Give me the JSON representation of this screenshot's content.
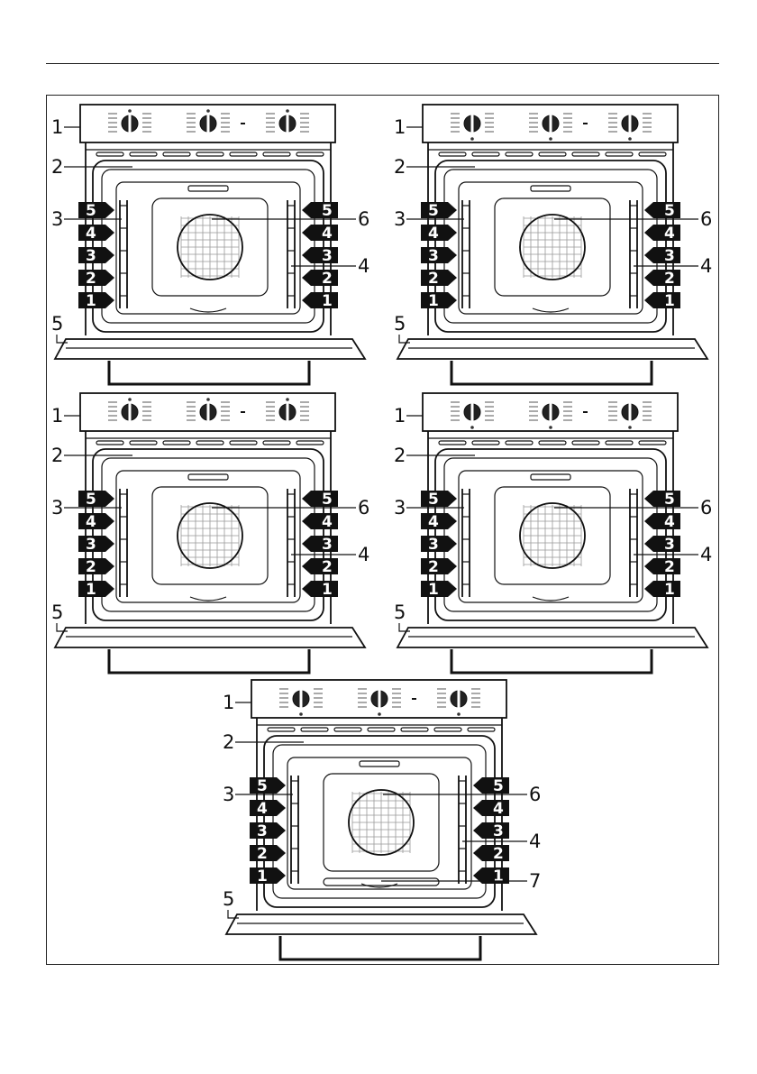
{
  "ovens": [
    {
      "id": "a",
      "dial_markings": "top",
      "has_callout_7": false
    },
    {
      "id": "b",
      "dial_markings": "bottom",
      "has_callout_7": false
    },
    {
      "id": "c",
      "dial_markings": "top",
      "has_callout_7": false
    },
    {
      "id": "d",
      "dial_markings": "bottom",
      "has_callout_7": false
    },
    {
      "id": "e",
      "dial_markings": "bottom",
      "has_callout_7": true
    }
  ],
  "callouts": {
    "control_panel": "1",
    "door_gasket": "2",
    "shelf_support_left": "3",
    "shelf_support_right": "4",
    "door": "5",
    "fan": "6",
    "lower_element": "7"
  },
  "shelf_levels": [
    "5",
    "4",
    "3",
    "2",
    "1"
  ]
}
